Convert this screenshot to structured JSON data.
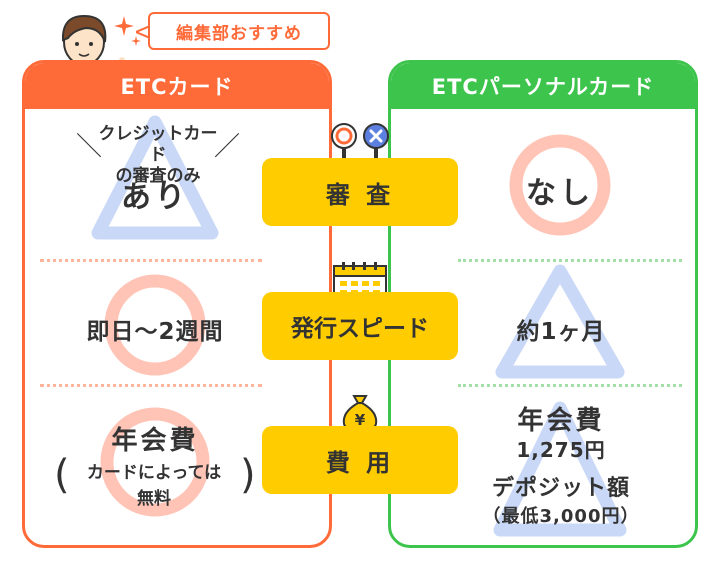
{
  "editor_badge": "編集部おすすめ",
  "columns": {
    "etc": {
      "header": "ETCカード"
    },
    "personal": {
      "header": "ETCパーソナルカード"
    }
  },
  "rows": [
    {
      "label": "審 査",
      "icon": "maru-batsu-icon",
      "etc": {
        "note_line1": "クレジットカード",
        "note_line2": "の審査のみ",
        "value": "あり",
        "rating": "triangle"
      },
      "personal": {
        "value": "なし",
        "rating": "circle"
      }
    },
    {
      "label": "発行スピード",
      "icon": "calendar-icon",
      "etc": {
        "value": "即日〜2週間",
        "rating": "circle"
      },
      "personal": {
        "value": "約1ヶ月",
        "rating": "triangle"
      }
    },
    {
      "label": "費 用",
      "icon": "money-bag-icon",
      "etc": {
        "title": "年会費",
        "note_line1": "カードによっては",
        "note_line2": "無料",
        "rating": "circle"
      },
      "personal": {
        "title": "年会費",
        "annual_fee": "1,275円",
        "deposit_title": "デポジット額",
        "deposit_note": "（最低3,000円）",
        "rating": "triangle"
      }
    }
  ],
  "colors": {
    "etc": "#ff6a39",
    "personal": "#3dc44c",
    "label_bg": "#ffcc00",
    "circle_mark": "#ffc4b5",
    "triangle_mark": "#c9d8f7"
  },
  "icons": {
    "avatar": "editor-avatar",
    "sparkle": "sparkle-icon"
  }
}
